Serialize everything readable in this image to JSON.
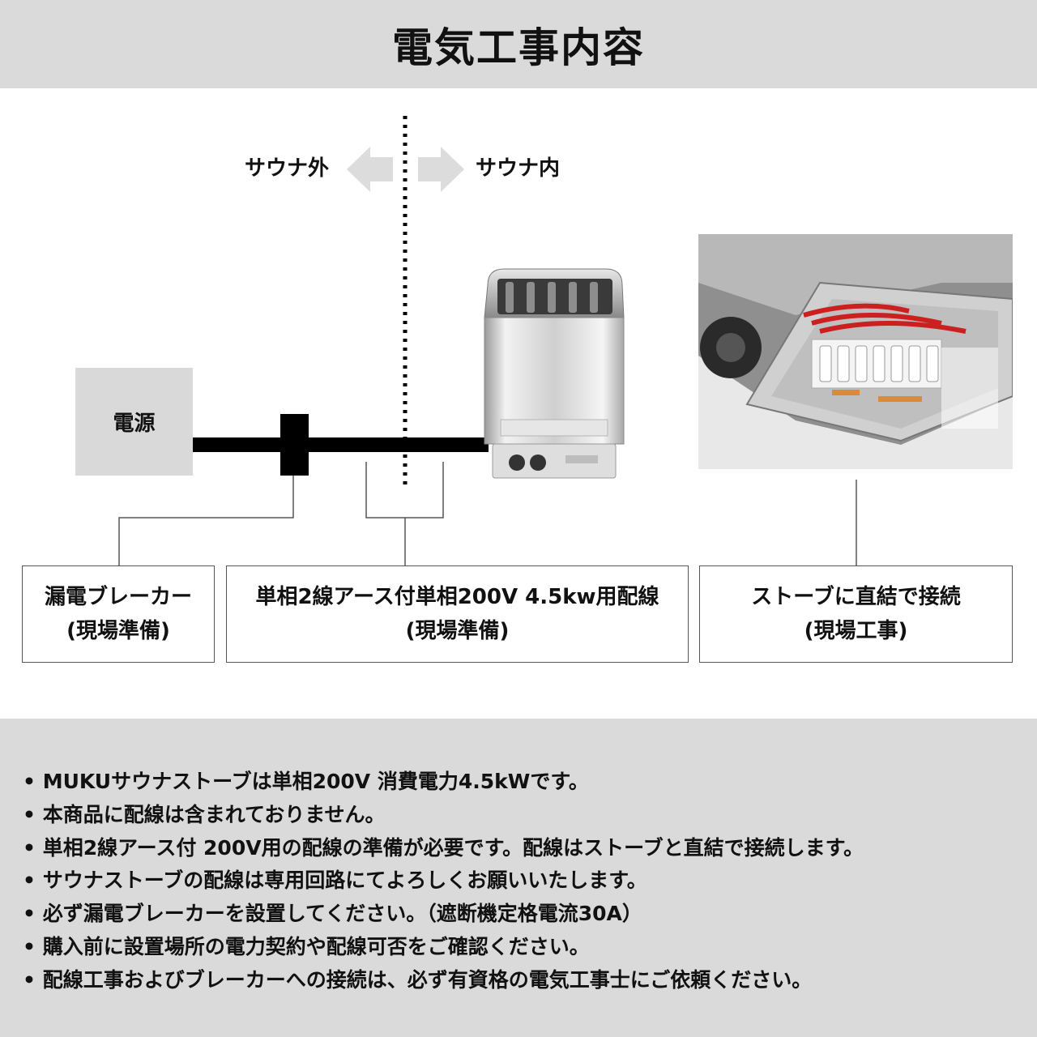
{
  "header": {
    "title": "電気工事内容"
  },
  "diagram": {
    "outside_label": "サウナ外",
    "inside_label": "サウナ内",
    "power_source_label": "電源",
    "callouts": [
      {
        "line1": "漏電ブレーカー",
        "line2": "(現場準備)"
      },
      {
        "line1": "単相2線アース付単相200V 4.5kw用配線",
        "line2": "(現場準備)"
      },
      {
        "line1": "ストーブに直結で接続",
        "line2": "(現場工事)"
      }
    ],
    "colors": {
      "band_gray": "#dadada",
      "arrow_gray": "#dcdcdc",
      "wire_black": "#000000",
      "terminal_red": "#cc1f1f",
      "terminal_copper": "#d98a3a"
    }
  },
  "notes": [
    "MUKUサウナストーブは単相200V 消費電力4.5kWです。",
    "本商品に配線は含まれておりません。",
    "単相2線アース付 200V用の配線の準備が必要です。配線はストーブと直結で接続します。",
    "サウナストーブの配線は専用回路にてよろしくお願いいたします。",
    "必ず漏電ブレーカーを設置してください。（遮断機定格電流30A）",
    "購入前に設置場所の電力契約や配線可否をご確認ください。",
    "配線工事およびブレーカーへの接続は、必ず有資格の電気工事士にご依頼ください。"
  ]
}
